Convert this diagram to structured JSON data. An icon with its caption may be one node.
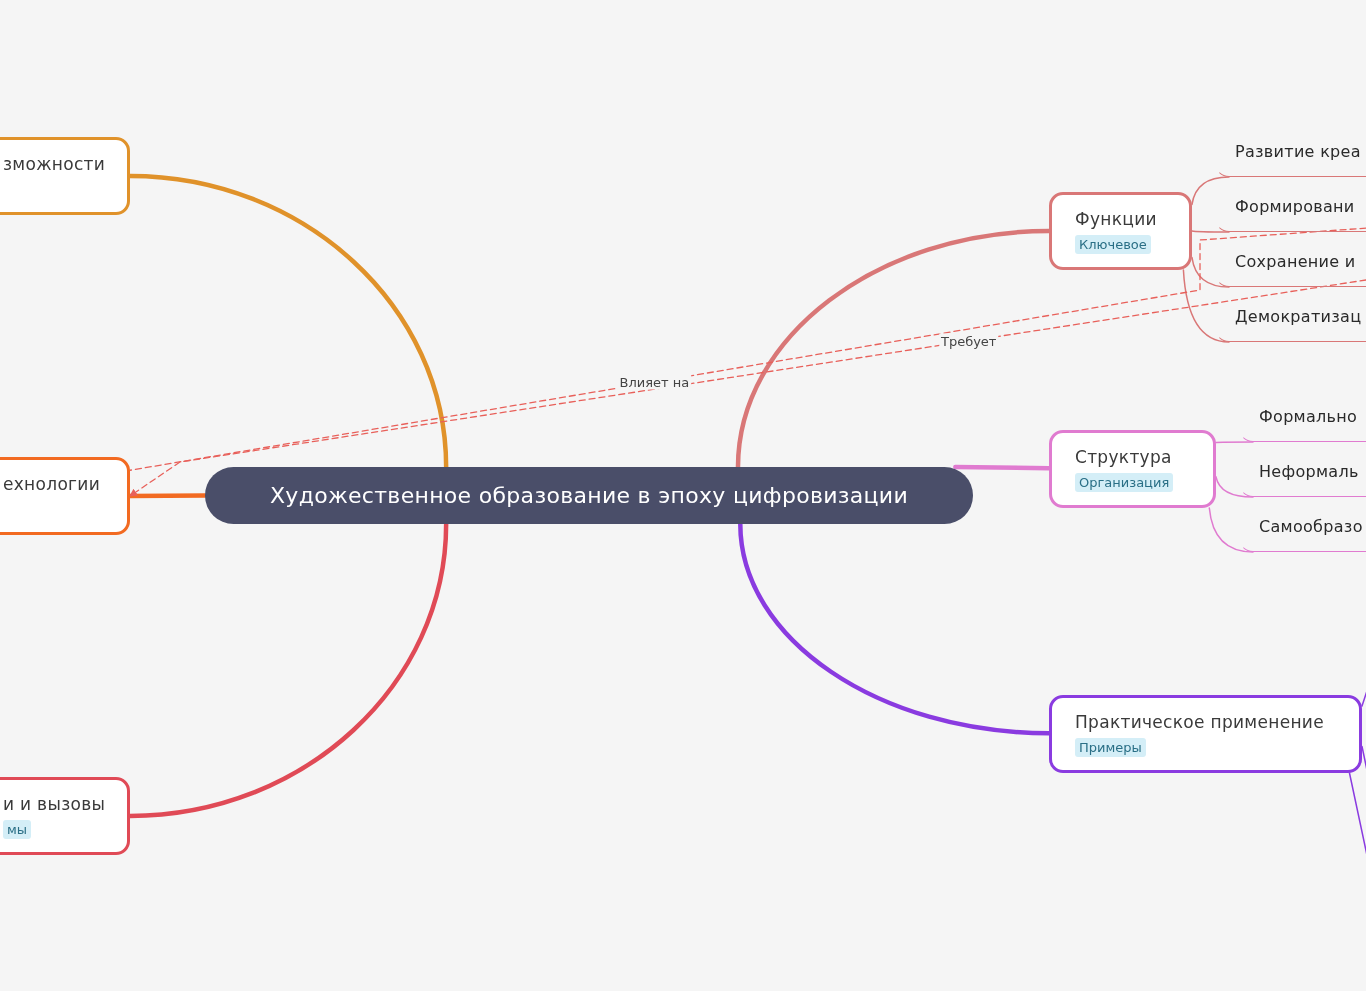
{
  "diagram": {
    "nodes": [
      {
        "text": [
          "Художественное образование в эпоху цифровизации"
        ]
      },
      {
        "text": [
          "зможности"
        ]
      },
      {
        "text": [
          "ехнологии"
        ]
      },
      {
        "text": [
          "и и вызовы",
          "мы"
        ]
      },
      {
        "text": [
          "Функции",
          "Ключевое"
        ]
      },
      {
        "text": [
          "Развитие креа"
        ]
      },
      {
        "text": [
          "Формировани"
        ]
      },
      {
        "text": [
          "Сохранение и"
        ]
      },
      {
        "text": [
          "Демократизац"
        ]
      },
      {
        "text": [
          "Структура",
          "Организация"
        ]
      },
      {
        "text": [
          "Формально"
        ]
      },
      {
        "text": [
          "Неформаль"
        ]
      },
      {
        "text": [
          "Самообразо"
        ]
      },
      {
        "text": [
          "Практическое применение",
          "Примеры"
        ]
      }
    ],
    "edges": [
      {
        "from": 0,
        "to": 1,
        "arrow": "none",
        "style": "thick",
        "color": "#e0922a"
      },
      {
        "from": 0,
        "to": 2,
        "arrow": "none",
        "style": "thick",
        "color": "#f26a21"
      },
      {
        "from": 0,
        "to": 3,
        "arrow": "none",
        "style": "thick",
        "color": "#e04a56"
      },
      {
        "from": 0,
        "to": 4,
        "arrow": "none",
        "style": "thick",
        "color": "#d97777"
      },
      {
        "from": 0,
        "to": 9,
        "arrow": "none",
        "style": "thick",
        "color": "#e07bd0"
      },
      {
        "from": 0,
        "to": 13,
        "arrow": "none",
        "style": "thick",
        "color": "#8a3be0"
      },
      {
        "from": 4,
        "to": 5,
        "arrow": "none",
        "color": "#d97777"
      },
      {
        "from": 4,
        "to": 6,
        "arrow": "none",
        "color": "#d97777"
      },
      {
        "from": 4,
        "to": 7,
        "arrow": "none",
        "color": "#d97777"
      },
      {
        "from": 4,
        "to": 8,
        "arrow": "none",
        "color": "#d97777"
      },
      {
        "from": 9,
        "to": 10,
        "arrow": "none",
        "color": "#e07bd0"
      },
      {
        "from": 9,
        "to": 11,
        "arrow": "none",
        "color": "#e07bd0"
      },
      {
        "from": 9,
        "to": 12,
        "arrow": "none",
        "color": "#e07bd0"
      },
      {
        "from": 13,
        "to": null,
        "arrow": "none",
        "color": "#8a3be0"
      },
      {
        "from": 13,
        "to": null,
        "arrow": "none",
        "color": "#8a3be0"
      },
      {
        "from": 13,
        "to": null,
        "arrow": "none",
        "color": "#8a3be0"
      },
      {
        "from": 6,
        "to": 2,
        "arrow": "none",
        "style": "dashed",
        "color": "#e8605a",
        "label": "Влияет на"
      },
      {
        "from": 7,
        "to": 2,
        "arrow": "to",
        "style": "dashed",
        "color": "#e8605a",
        "label": "Требует"
      }
    ]
  }
}
